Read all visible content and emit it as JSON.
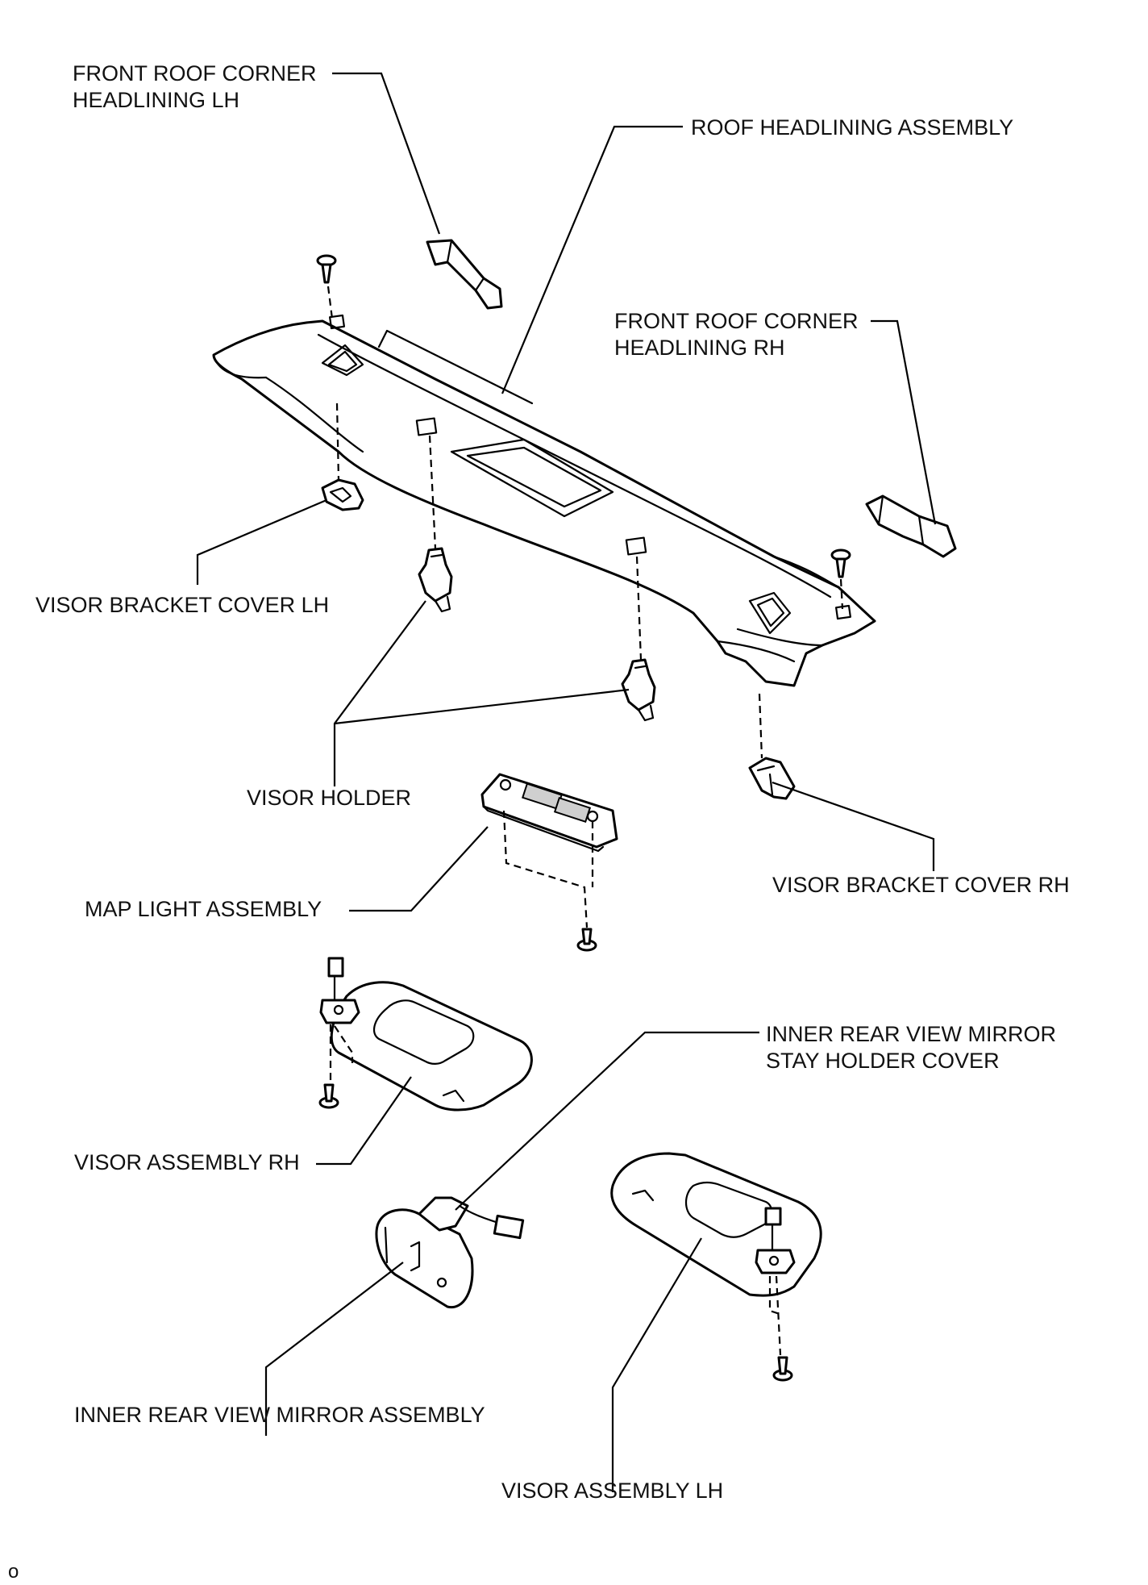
{
  "labels": {
    "front_roof_corner_lh_1": "FRONT ROOF CORNER",
    "front_roof_corner_lh_2": "HEADLINING LH",
    "roof_headlining": "ROOF HEADLINING ASSEMBLY",
    "front_roof_corner_rh_1": "FRONT ROOF CORNER",
    "front_roof_corner_rh_2": "HEADLINING RH",
    "visor_bracket_cover_lh": "VISOR BRACKET COVER LH",
    "visor_holder": "VISOR HOLDER",
    "visor_bracket_cover_rh": "VISOR BRACKET COVER RH",
    "map_light": "MAP LIGHT ASSEMBLY",
    "mirror_stay_cover_1": "INNER REAR VIEW MIRROR",
    "mirror_stay_cover_2": "STAY HOLDER COVER",
    "visor_assembly_rh": "VISOR ASSEMBLY RH",
    "inner_mirror": "INNER REAR VIEW MIRROR ASSEMBLY",
    "visor_assembly_lh": "VISOR ASSEMBLY LH",
    "page_mark": "o"
  }
}
